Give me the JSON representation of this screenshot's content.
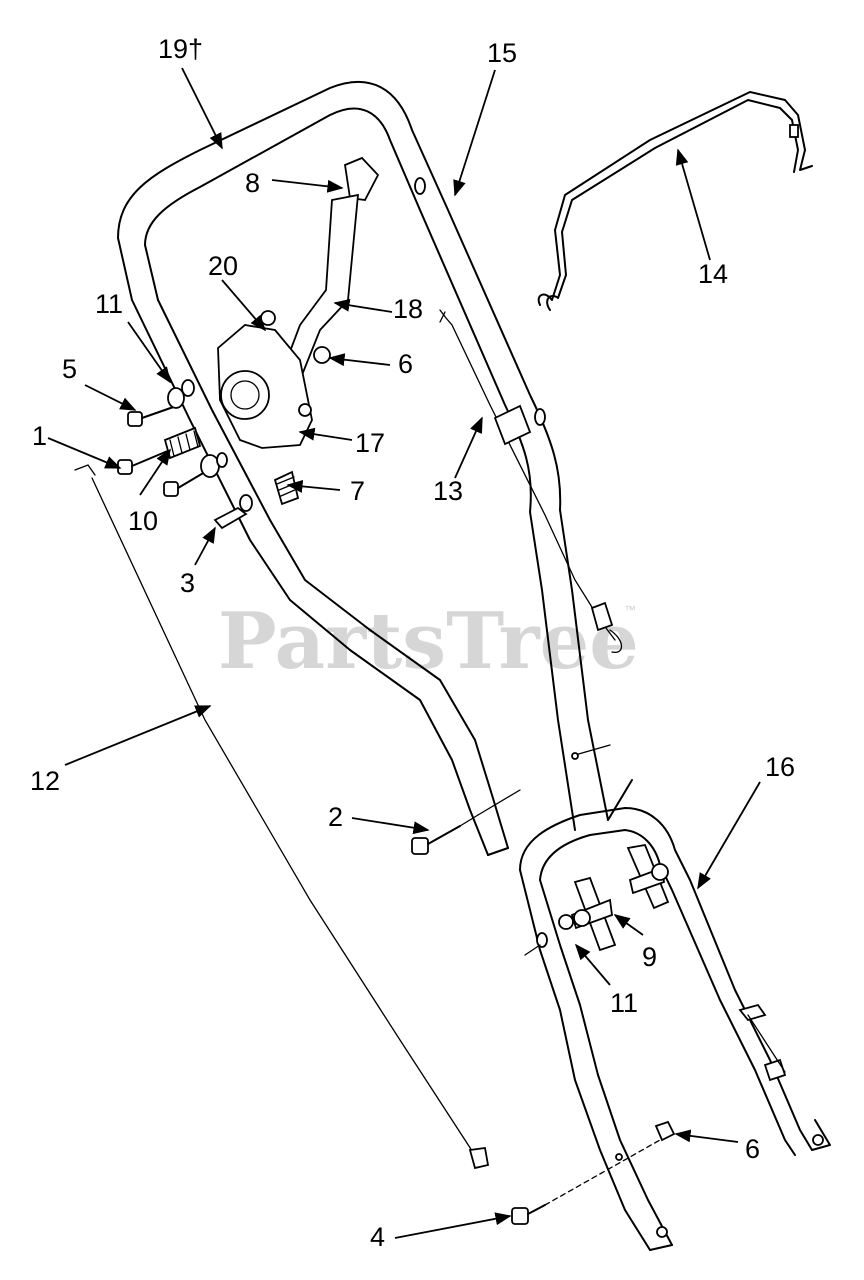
{
  "watermark": {
    "text": "PartsTree",
    "tm": "™"
  },
  "labels": {
    "p1": "1",
    "p2": "2",
    "p3": "3",
    "p4": "4",
    "p5": "5",
    "p6a": "6",
    "p6b": "6",
    "p7": "7",
    "p8": "8",
    "p9": "9",
    "p10": "10",
    "p11a": "11",
    "p11b": "11",
    "p12": "12",
    "p13": "13",
    "p14": "14",
    "p15": "15",
    "p16": "16",
    "p17": "17",
    "p18": "18",
    "p19": "19†",
    "p20": "20"
  }
}
